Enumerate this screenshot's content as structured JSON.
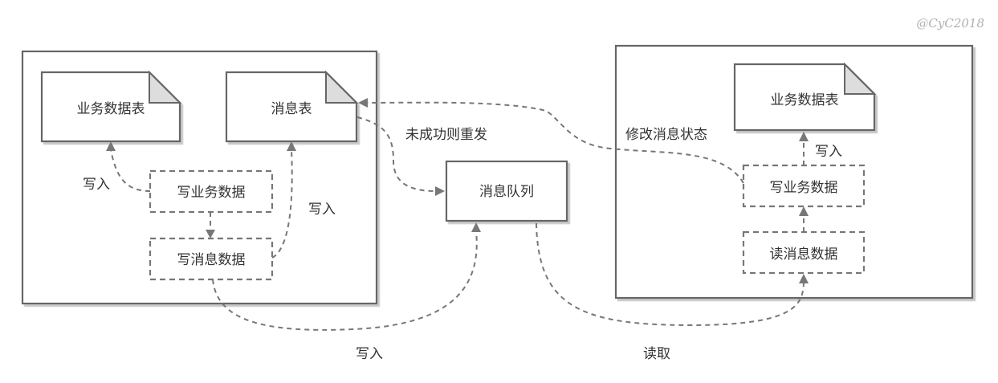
{
  "watermark": "@CyC2018",
  "left_system": {
    "business_table": "业务数据表",
    "message_table": "消息表",
    "write_business_data": "写业务数据",
    "write_message_data": "写消息数据",
    "write_label_business": "写入",
    "write_label_message": "写入"
  },
  "message_queue": {
    "label": "消息队列",
    "write_label": "写入",
    "read_label": "读取",
    "retry_label": "未成功则重发"
  },
  "right_system": {
    "business_table": "业务数据表",
    "write_business_data": "写业务数据",
    "read_message_data": "读消息数据",
    "write_label": "写入",
    "update_status_label": "修改消息状态"
  },
  "colors": {
    "line": "#777777",
    "border": "#666666",
    "text": "#333333",
    "watermark": "#b0b0b0"
  }
}
